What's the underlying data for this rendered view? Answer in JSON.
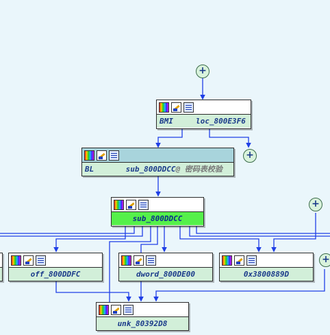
{
  "nodes": {
    "loc": {
      "left": "BMI",
      "right": "loc_800E3F6"
    },
    "bl": {
      "mnemonic": "BL",
      "target": "sub_800DDCC",
      "comment": "@ 密码表校验"
    },
    "sub": {
      "label": "sub_800DDCC"
    },
    "off": {
      "label": "off_800DDFC"
    },
    "dword": {
      "label": "dword_800DE00"
    },
    "hex": {
      "label": "0x3800889D"
    },
    "unk": {
      "label": "unk_80392D8"
    }
  },
  "expand_symbol": "+",
  "icons": [
    "graph-color-icon",
    "edit-icon",
    "xref-list-icon"
  ],
  "colors": {
    "background": "#eaf6fb",
    "node_body": "#d2efd9",
    "highlight": "#55f04a",
    "edge": "#1f3fe6"
  }
}
